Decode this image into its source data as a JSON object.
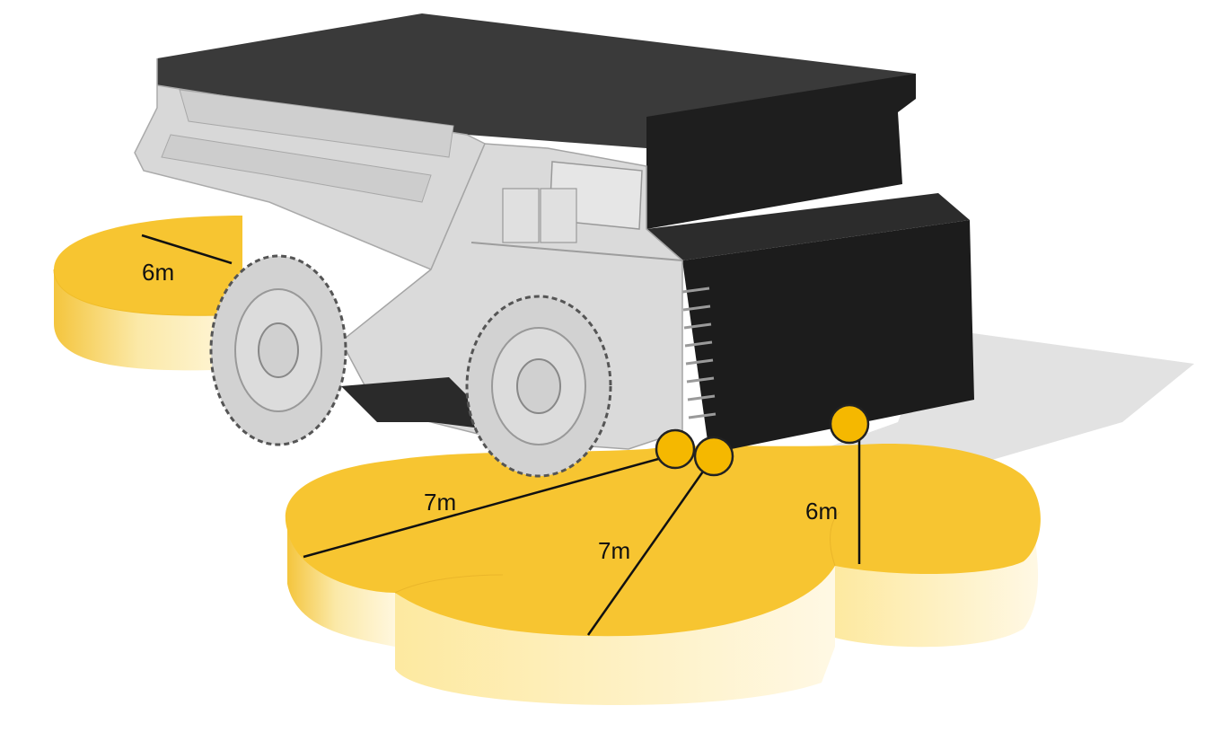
{
  "diagram": {
    "zones": [
      {
        "id": "rear-left",
        "radius_label": "6m"
      },
      {
        "id": "front-left",
        "radius_label": "7m"
      },
      {
        "id": "front-center",
        "radius_label": "7m"
      },
      {
        "id": "front-right",
        "radius_label": "6m"
      }
    ],
    "colors": {
      "zone_top": "#f7c531",
      "zone_side_light": "#fdf0c2",
      "zone_side_dark": "#f3c23a",
      "truck_body": "#d4d4d4",
      "truck_dark": "#1d1d1d",
      "shadow": "#e3e3e3",
      "sensor": "#f5b800"
    }
  }
}
